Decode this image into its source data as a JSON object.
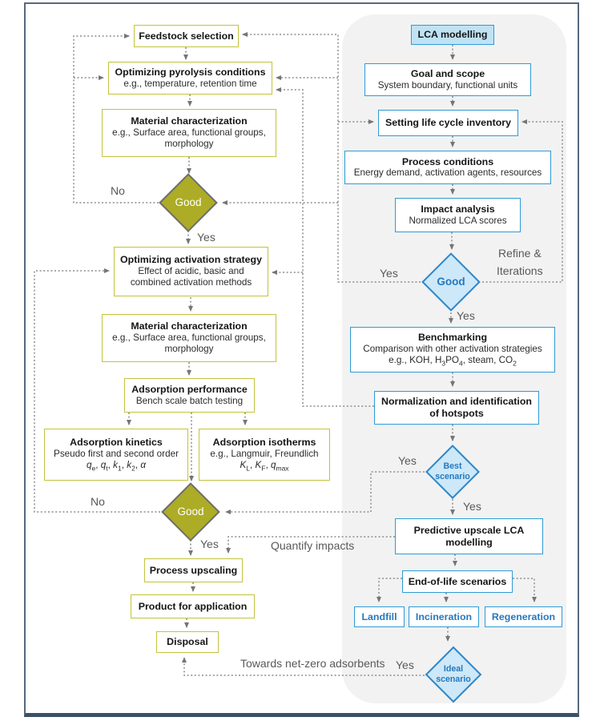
{
  "colors": {
    "olive_fill": "#ADAC26",
    "olive_border": "#C3C33E",
    "blue_border": "#2E9BD6",
    "blue_diamond_fill": "#CDE8F8",
    "lca_box_fill": "#BFE3F5",
    "blue_text": "#2578BE",
    "panel_bg": "#F2F2F2",
    "connector_gray": "#8C8C8C",
    "frame": "#56697C"
  },
  "experimental_flow": {
    "feedstock": {
      "title": "Feedstock selection"
    },
    "pyrolysis": {
      "title": "Optimizing pyrolysis conditions",
      "subtitle": "e.g., temperature, retention time"
    },
    "material_characterization_1": {
      "title": "Material characterization",
      "subtitle": "e.g., Surface area, functional groups, morphology"
    },
    "decision_good_1": {
      "label": "Good",
      "no_label": "No",
      "yes_label": "Yes"
    },
    "activation": {
      "title": "Optimizing activation strategy",
      "subtitle": "Effect of acidic, basic and combined activation methods"
    },
    "material_characterization_2": {
      "title": "Material characterization",
      "subtitle": "e.g., Surface area, functional groups, morphology"
    },
    "adsorption_performance": {
      "title": "Adsorption performance",
      "subtitle": "Bench scale batch testing"
    },
    "adsorption_kinetics": {
      "title": "Adsorption kinetics",
      "subtitle": "Pseudo first and second order",
      "subtitle2_html": "<i>q</i><sub>e</sub>, <i>q</i><sub>t</sub>, <i>k</i><sub>1</sub>, <i>k</i><sub>2</sub>, <i>α</i>"
    },
    "adsorption_isotherms": {
      "title": "Adsorption isotherms",
      "subtitle": "e.g., Langmuir, Freundlich",
      "subtitle2_html": "<i>K</i><sub>L</sub>, <i>K</i><sub>F</sub>, <i>q</i><sub>max</sub>"
    },
    "decision_good_2": {
      "label": "Good",
      "no_label": "No",
      "yes_label": "Yes"
    },
    "process_upscaling": {
      "title": "Process upscaling"
    },
    "product_application": {
      "title": "Product for application"
    },
    "disposal": {
      "title": "Disposal"
    }
  },
  "lca_flow": {
    "lca_modelling": {
      "title": "LCA modelling"
    },
    "goal_scope": {
      "title": "Goal and scope",
      "subtitle": "System boundary, functional units"
    },
    "life_cycle_inventory": {
      "title": "Setting life cycle inventory"
    },
    "process_conditions": {
      "title": "Process conditions",
      "subtitle": "Energy demand, activation agents, resources"
    },
    "impact_analysis": {
      "title": "Impact analysis",
      "subtitle": "Normalized LCA scores"
    },
    "decision_good": {
      "label": "Good",
      "yes_left_label": "Yes",
      "yes_down_label": "Yes",
      "refine_line_1": "Refine &",
      "refine_line_2": "Iterations"
    },
    "benchmarking": {
      "title": "Benchmarking",
      "subtitle": "Comparison with other activation strategies",
      "subtitle2_html": "e.g., KOH, H<sub>3</sub>PO<sub>4</sub>, steam, CO<sub>2</sub>"
    },
    "normalization": {
      "title": "Normalization and identification of hotspots"
    },
    "decision_best": {
      "line_1": "Best",
      "line_2": "scenario",
      "yes_left_label": "Yes",
      "yes_down_label": "Yes"
    },
    "predictive": {
      "title": "Predictive upscale LCA modelling"
    },
    "end_of_life": {
      "title": "End-of-life scenarios"
    },
    "landfill": {
      "title": "Landfill"
    },
    "incineration": {
      "title": "Incineration"
    },
    "regeneration": {
      "title": "Regeneration"
    },
    "decision_ideal": {
      "line_1": "Ideal",
      "line_2": "scenario",
      "yes_label": "Yes"
    }
  },
  "annotations": {
    "quantify_impacts": "Quantify impacts",
    "towards_net_zero": "Towards net-zero adsorbents"
  }
}
